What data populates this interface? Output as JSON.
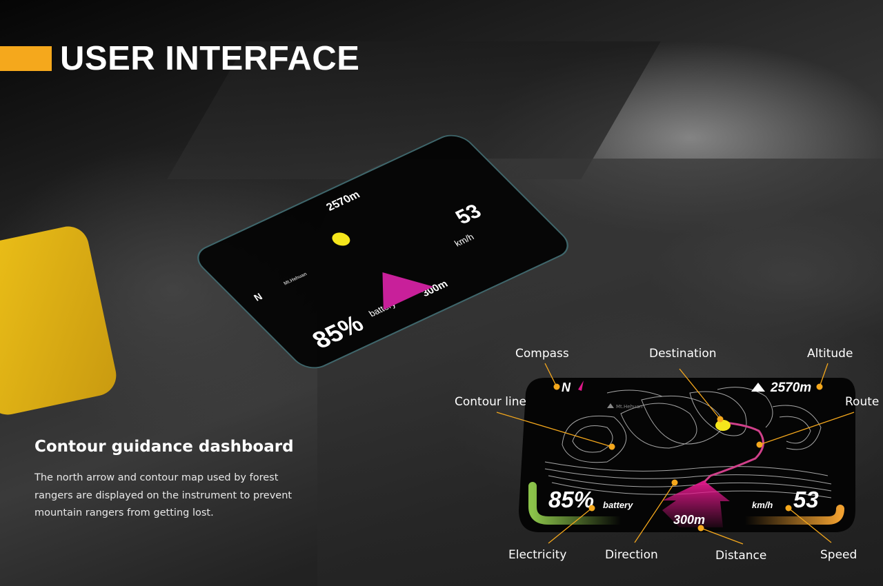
{
  "title": "USER INTERFACE",
  "section": {
    "heading": "Contour guidance dashboard",
    "description": "The north arrow and contour map used by forest rangers are displayed on the instrument to prevent mountain rangers from getting lost."
  },
  "dashboard": {
    "compass": "N",
    "location": "Mt.Hehuan",
    "altitude": "2570m",
    "battery_value": "85%",
    "battery_label": "battery",
    "speed_value": "53",
    "speed_unit": "km/h",
    "distance": "300m"
  },
  "annotations": {
    "compass": "Compass",
    "destination": "Destination",
    "altitude": "Altitude",
    "contour": "Contour line",
    "route": "Route",
    "electricity": "Electricity",
    "direction": "Direction",
    "distance": "Distance",
    "speed": "Speed"
  },
  "colors": {
    "accent": "#f5a81c",
    "route": "#e0188a",
    "destination": "#f5e61c",
    "battery": "#8bc34a",
    "speed": "#f0a030"
  }
}
